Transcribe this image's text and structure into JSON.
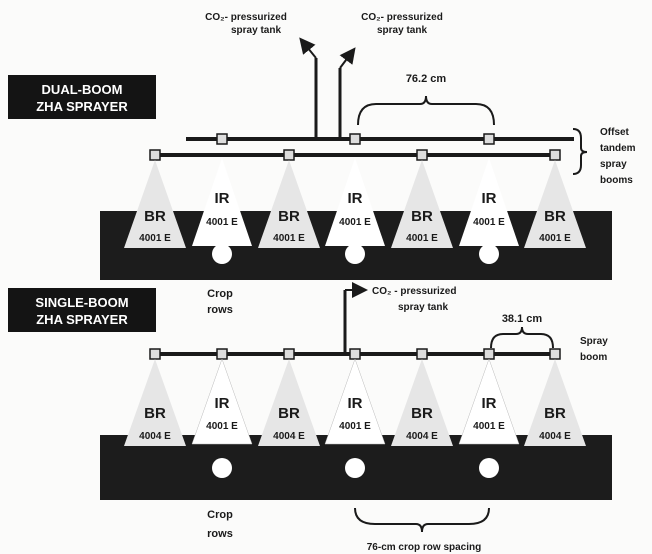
{
  "dual": {
    "title_line1": "DUAL-BOOM",
    "title_line2": "ZHA SPRAYER",
    "tank1_line1": "CO₂- pressurized",
    "tank1_line2": "spray tank",
    "tank2_line1": "CO₂- pressurized",
    "tank2_line2": "spray tank",
    "spacing_label": "76.2 cm",
    "boom_label_line1": "Offset",
    "boom_label_line2": "tandem",
    "boom_label_line3": "spray",
    "boom_label_line4": "booms",
    "nozzles": [
      {
        "type": "BR",
        "model": "4001 E"
      },
      {
        "type": "IR",
        "model": "4001 E"
      },
      {
        "type": "BR",
        "model": "4001 E"
      },
      {
        "type": "IR",
        "model": "4001 E"
      },
      {
        "type": "BR",
        "model": "4001 E"
      },
      {
        "type": "IR",
        "model": "4001 E"
      },
      {
        "type": "BR",
        "model": "4001 E"
      }
    ]
  },
  "single": {
    "title_line1": "SINGLE-BOOM",
    "title_line2": "ZHA SPRAYER",
    "tank_line1": "CO₂ - pressurized",
    "tank_line2": "spray tank",
    "spacing_label": "38.1 cm",
    "boom_label_line1": "Spray",
    "boom_label_line2": "boom",
    "nozzles": [
      {
        "type": "BR",
        "model": "4004 E"
      },
      {
        "type": "IR",
        "model": "4001 E"
      },
      {
        "type": "BR",
        "model": "4004 E"
      },
      {
        "type": "IR",
        "model": "4001 E"
      },
      {
        "type": "BR",
        "model": "4004 E"
      },
      {
        "type": "IR",
        "model": "4001 E"
      },
      {
        "type": "BR",
        "model": "4004 E"
      }
    ]
  },
  "crop_rows_line1": "Crop",
  "crop_rows_line2": "rows",
  "crop_rows2_line1": "Crop",
  "crop_rows2_line2": "rows",
  "row_spacing_label": "76-cm crop row spacing",
  "colors": {
    "ground": "#1c1c1c",
    "spray_cone": "#e6e6e6",
    "crop_dot": "#ffffff",
    "tag_bg": "#141414"
  }
}
